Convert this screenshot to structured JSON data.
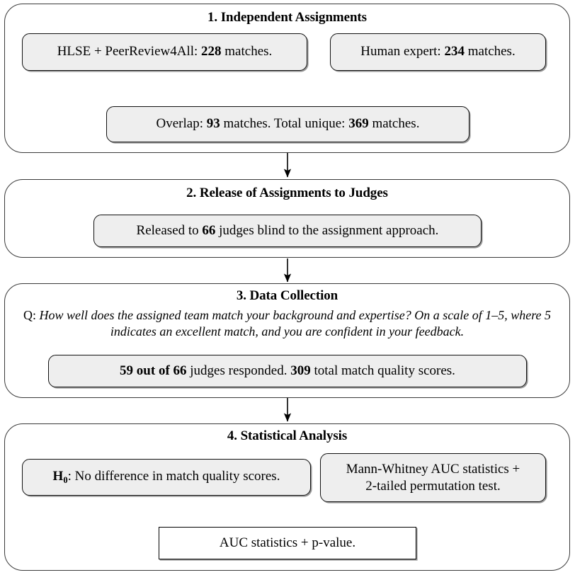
{
  "figure": {
    "type": "flowchart",
    "orientation": "top-to-bottom",
    "stage_count": 4
  },
  "stage1": {
    "title": "1. Independent Assignments",
    "box_left": {
      "prefix": "HLSE + PeerReview4All: ",
      "value": "228",
      "suffix": " matches."
    },
    "box_right": {
      "prefix": "Human expert: ",
      "value": "234",
      "suffix": " matches."
    },
    "box_merge": {
      "prefix": "Overlap: ",
      "value1": "93",
      "mid": " matches. Total unique: ",
      "value2": "369",
      "suffix": " matches."
    }
  },
  "stage2": {
    "title": "2. Release of Assignments to Judges",
    "box": {
      "prefix": "Released to ",
      "value": "66",
      "suffix": " judges blind to the assignment approach."
    }
  },
  "stage3": {
    "title": "3. Data Collection",
    "question_label": "Q: ",
    "question_text": "How well does the assigned team match your background and expertise? On a scale of 1–5, where 5 indicates an excellent match, and you are confident in your feedback.",
    "box": {
      "value1": "59 out of 66",
      "mid": " judges responded. ",
      "value2": "309",
      "suffix": " total match quality scores."
    }
  },
  "stage4": {
    "title": "4. Statistical Analysis",
    "box_null": {
      "symbol": "H",
      "symbol_sub": "0",
      "text": ": No difference in match quality scores."
    },
    "box_method": {
      "line1": "Mann-Whitney AUC statistics +",
      "line2": "2-tailed permutation test."
    },
    "box_result": {
      "text": "AUC statistics +  p-value."
    }
  },
  "colors": {
    "box_fill": "#eeeeee",
    "box_border": "#111111",
    "stage_border": "#3a3a3a",
    "arrow": "#000000",
    "shadow": "#9a9a9a",
    "background": "#ffffff"
  },
  "arrows": {
    "stage1_left_to_merge": "diagonal down-right",
    "stage1_right_to_merge": "diagonal down-left",
    "stage1_to_stage2": "vertical down",
    "stage2_to_stage3": "vertical down",
    "stage3_to_stage4": "vertical down",
    "stage4_null_to_result": "diagonal down-right",
    "stage4_method_to_result": "diagonal down-left"
  }
}
